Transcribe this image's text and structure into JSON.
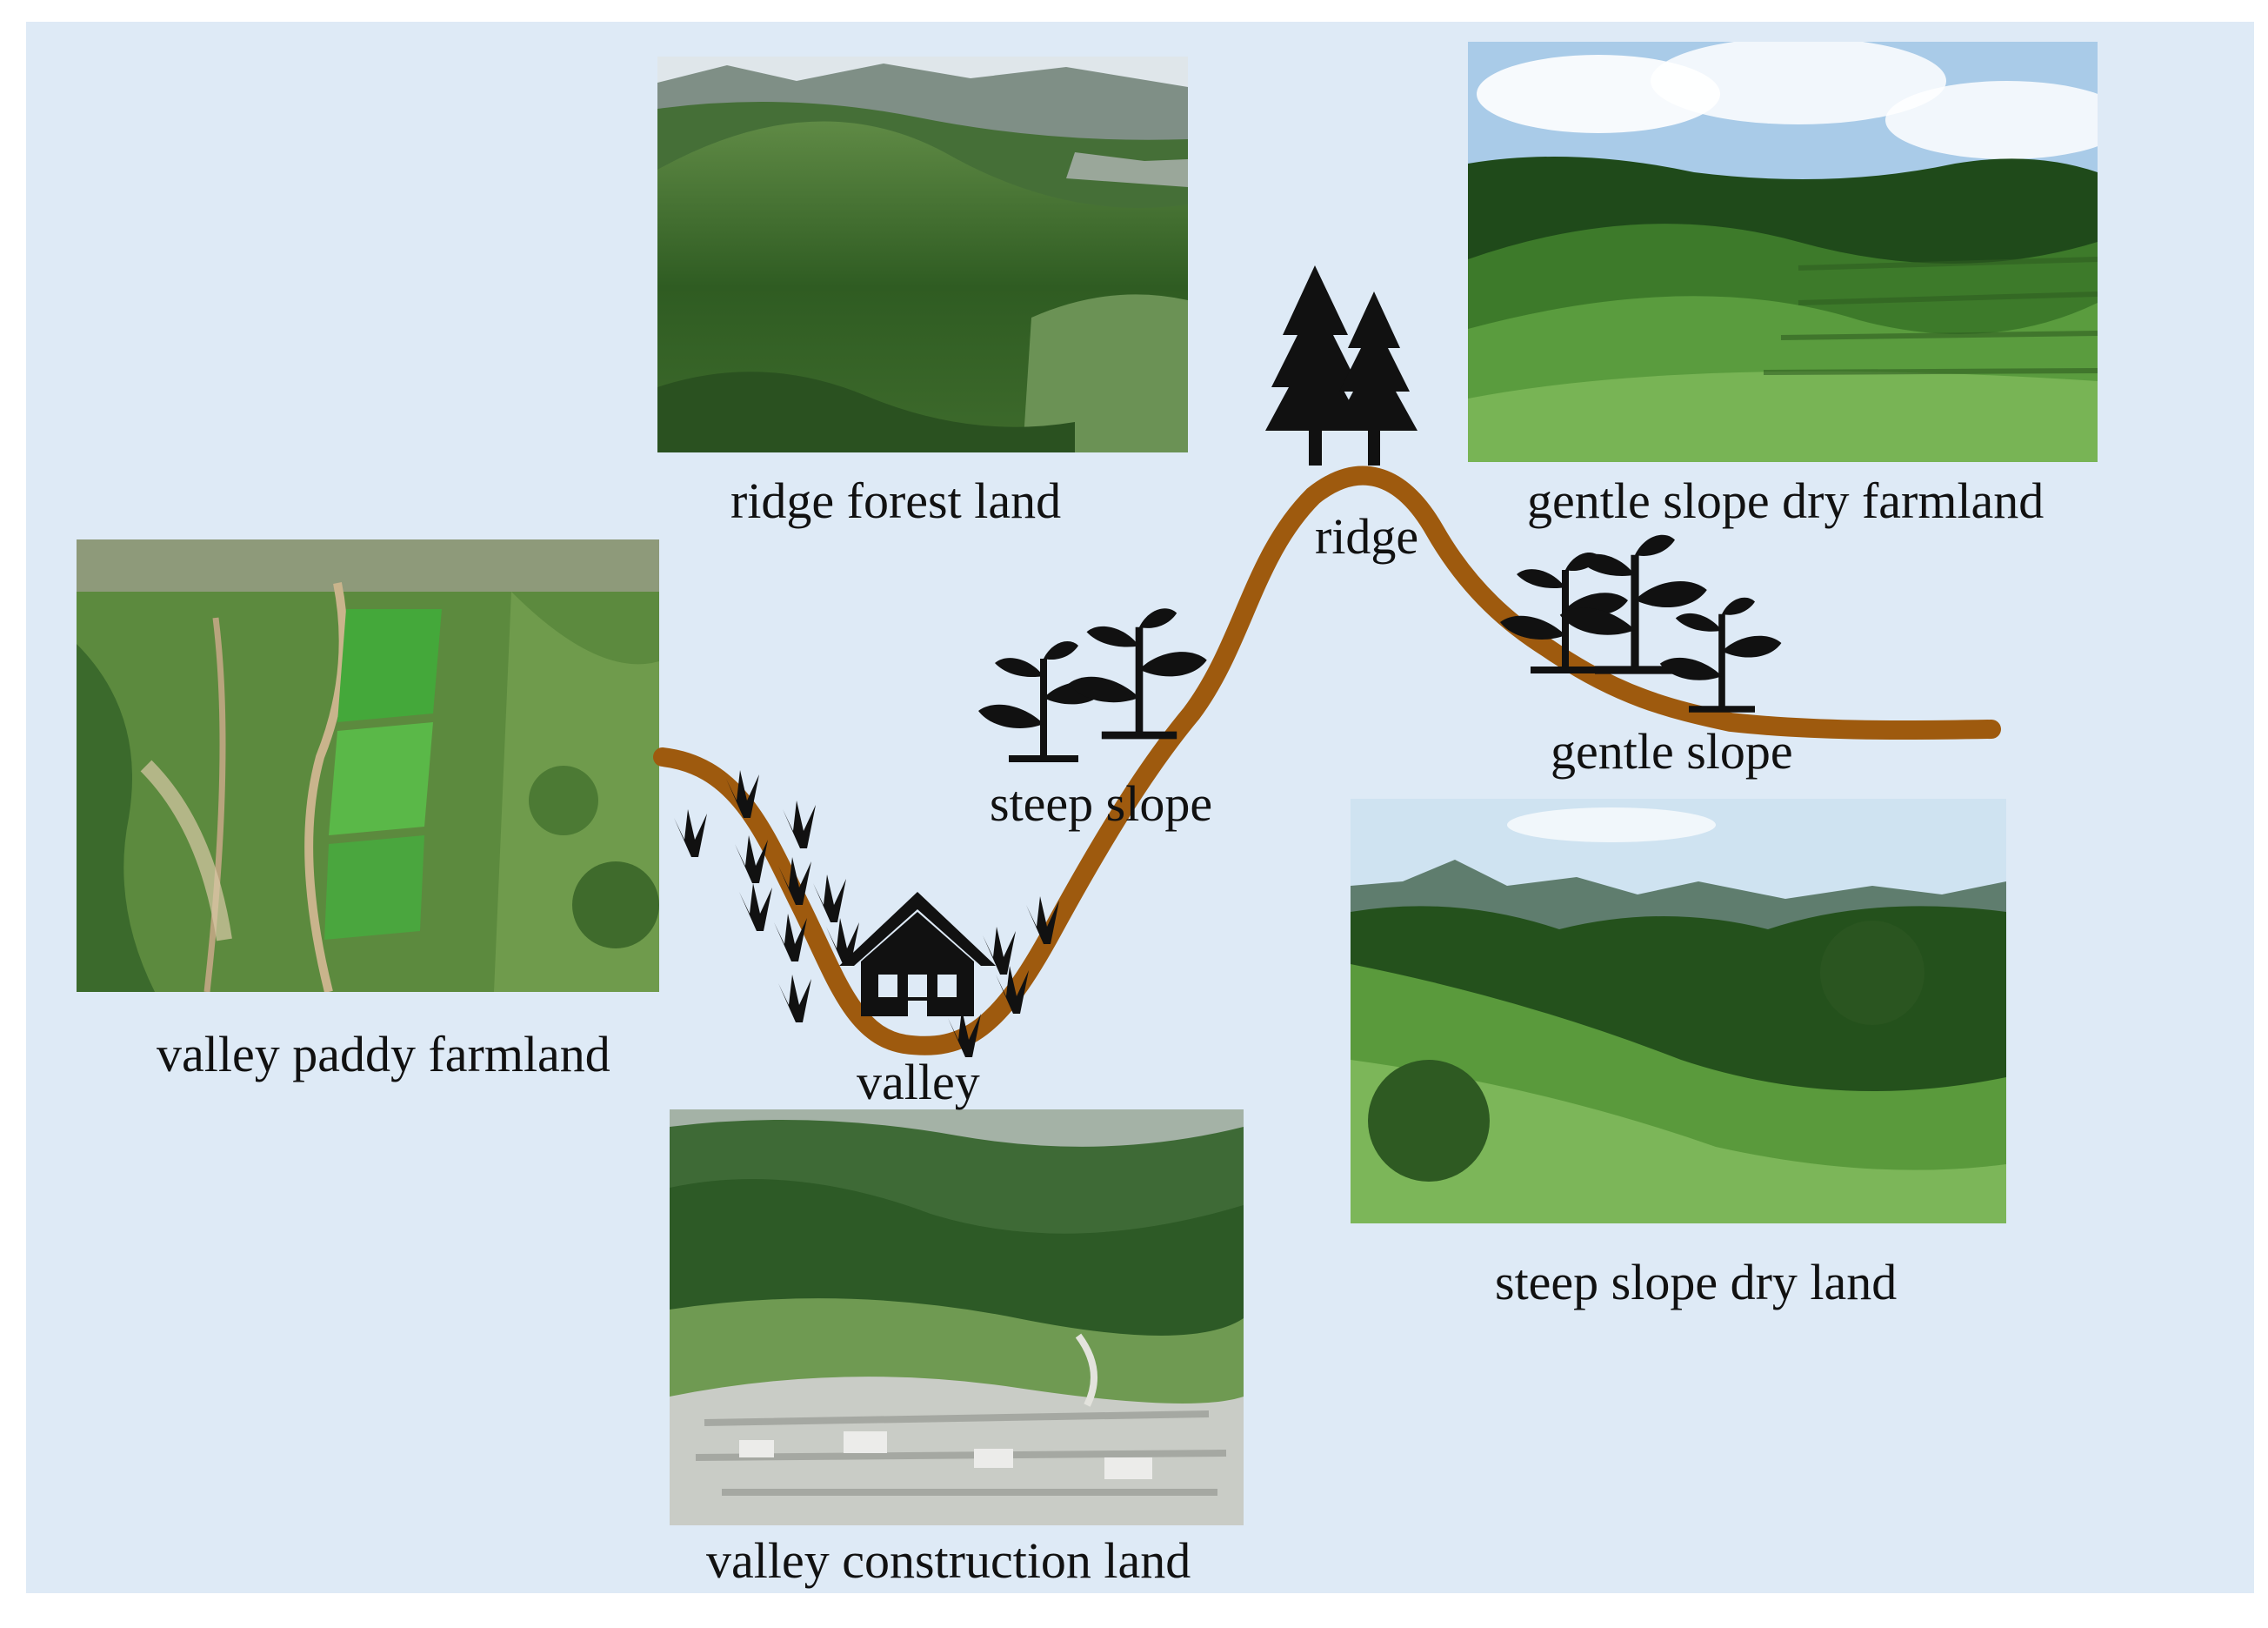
{
  "colors": {
    "background": "#ffffff",
    "panel": "#deeaf6",
    "terrain_line": "#9e5a0e",
    "icon_fill": "#111111",
    "label_text": "#111111"
  },
  "photos": {
    "ridge_forest_land": {
      "caption": "ridge forest land",
      "icon": "forested-hill-photo"
    },
    "gentle_slope_dry_farmland": {
      "caption": "gentle slope dry farmland",
      "icon": "terraced-field-photo"
    },
    "valley_paddy_farmland": {
      "caption": "valley paddy farmland",
      "icon": "aerial-paddy-photo"
    },
    "valley_construction_land": {
      "caption": "valley construction land",
      "icon": "village-photo"
    },
    "steep_slope_dry_land": {
      "caption": "steep slope dry land",
      "icon": "hillside-field-photo"
    }
  },
  "terrain": {
    "ridge": "ridge",
    "steep_slope": "steep slope",
    "gentle_slope": "gentle slope",
    "valley": "valley"
  },
  "icons": {
    "trees": "pine-tree-icon",
    "crops": "seedling-icon",
    "grass": "grass-tuft-icon",
    "house": "house-icon"
  }
}
